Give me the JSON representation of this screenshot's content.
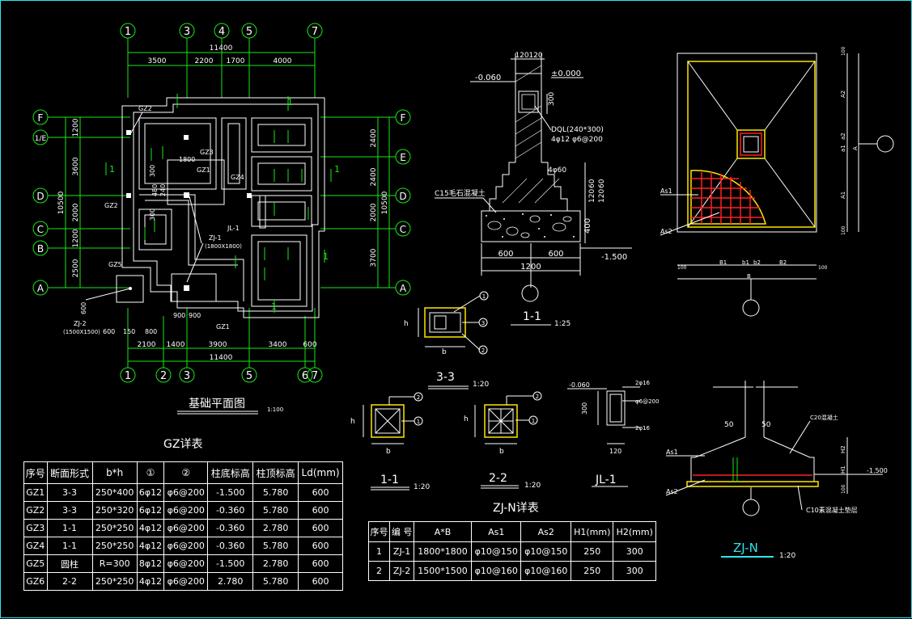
{
  "plan": {
    "title": "基础平面图",
    "scale": "1:100",
    "top_axes": [
      "1",
      "3",
      "4",
      "5",
      "7"
    ],
    "bottom_axes": [
      "1",
      "2",
      "3",
      "5",
      "6",
      "7"
    ],
    "left_axes": [
      "F",
      "1/E",
      "D",
      "C",
      "B",
      "A"
    ],
    "right_axes": [
      "F",
      "E",
      "D",
      "C",
      "A"
    ],
    "top_total": "11400",
    "top_dims": [
      "3500",
      "2200",
      "1700",
      "4000"
    ],
    "bottom_total": "11400",
    "bottom_dims": [
      "2100",
      "1400",
      "3900",
      "3400",
      "600"
    ],
    "left_total": "10500",
    "left_dims": [
      "1200",
      "3600",
      "2000",
      "1200",
      "2500"
    ],
    "right_total": "10500",
    "right_dims": [
      "2400",
      "2400",
      "2000",
      "3700"
    ],
    "labels": {
      "gz2a": "GZ2",
      "gz2b": "GZ2",
      "gz3": "GZ3",
      "gz1a": "GZ1",
      "gz1b": "GZ1",
      "gz4": "GZ4",
      "gz5": "GZ5",
      "jl1": "JL-1",
      "zj1": "ZJ-1",
      "zj1_size": "(1800X1800)",
      "zj2": "ZJ-2",
      "zj2_size": "(1500X1500)",
      "d1800": "1800",
      "d300a": "300",
      "d300b": "300",
      "d480a": "480",
      "d240a": "240",
      "d900a": "900",
      "d900b": "900",
      "d150": "150",
      "d600": "600",
      "d600b": "600",
      "d800": "800",
      "one": "1"
    }
  },
  "sec11": {
    "title": "1-1",
    "scale": "1:25",
    "el_top": "±0.000",
    "el_left": "-0.060",
    "el_bottom": "-1.500",
    "w1": "120",
    "w2": "120",
    "beam": "DQL(240*300)",
    "rebar": "4φ12  φ6@200",
    "rebar2": "4φ60",
    "concrete": "C15毛石混凝土",
    "dims_right": [
      "60",
      "60",
      "120",
      "120",
      "400"
    ],
    "d300": "300",
    "base": [
      "600",
      "600"
    ],
    "base_total": "1200"
  },
  "sec33": {
    "title": "3-3",
    "scale": "1:20",
    "h": "h",
    "b": "b",
    "c1": "1",
    "c2": "2",
    "c3": "3"
  },
  "sec11b": {
    "title": "1-1",
    "scale": "1:20",
    "h": "h",
    "b": "b",
    "c1": "1",
    "c2": "2"
  },
  "sec22": {
    "title": "2-2",
    "scale": "1:20",
    "h": "h",
    "b": "b",
    "c1": "1",
    "c2": "2"
  },
  "jl1": {
    "title": "JL-1",
    "el": "-0.060",
    "top": "2φ16",
    "stir": "φ6@200",
    "bot": "2φ16",
    "h": "300",
    "w": "120"
  },
  "zjplan": {
    "labels": [
      "As1",
      "As2",
      "B1",
      "b1",
      "b2",
      "B2",
      "B",
      "100",
      "100",
      "A1",
      "a1",
      "a2",
      "A2",
      "A",
      "100",
      "100"
    ]
  },
  "zjn": {
    "title": "ZJ-N",
    "scale": "1:20",
    "concrete": "C20混凝土",
    "cushion": "C10素混凝土垫层",
    "as1": "As1",
    "as2": "As2",
    "h1": "H1",
    "h2": "H2",
    "el": "-1.500",
    "d50a": "50",
    "d50b": "50",
    "d100": "100"
  },
  "gz_table": {
    "title": "GZ详表",
    "headers": [
      "序号",
      "断面形式",
      "b*h",
      "①",
      "②",
      "柱底标高",
      "柱顶标高",
      "Ld(mm)"
    ],
    "rows": [
      [
        "GZ1",
        "3-3",
        "250*400",
        "6φ12",
        "φ6@200",
        "-1.500",
        "5.780",
        "600"
      ],
      [
        "GZ2",
        "3-3",
        "250*320",
        "6φ12",
        "φ6@200",
        "-0.360",
        "5.780",
        "600"
      ],
      [
        "GZ3",
        "1-1",
        "250*250",
        "4φ12",
        "φ6@200",
        "-0.360",
        "2.780",
        "600"
      ],
      [
        "GZ4",
        "1-1",
        "250*250",
        "4φ12",
        "φ6@200",
        "-0.360",
        "5.780",
        "600"
      ],
      [
        "GZ5",
        "圆柱",
        "R=300",
        "8φ12",
        "φ6@200",
        "-1.500",
        "2.780",
        "600"
      ],
      [
        "GZ6",
        "2-2",
        "250*250",
        "4φ12",
        "φ6@200",
        "2.780",
        "5.780",
        "600"
      ]
    ]
  },
  "zj_table": {
    "title": "ZJ-N详表",
    "headers": [
      "序号",
      "编 号",
      "A*B",
      "As1",
      "As2",
      "H1(mm)",
      "H2(mm)"
    ],
    "rows": [
      [
        "1",
        "ZJ-1",
        "1800*1800",
        "φ10@150",
        "φ10@150",
        "250",
        "300"
      ],
      [
        "2",
        "ZJ-2",
        "1500*1500",
        "φ10@160",
        "φ10@160",
        "250",
        "300"
      ]
    ]
  },
  "colors": {
    "green": "#19e619",
    "white": "#ffffff",
    "yellow": "#ffe600",
    "red": "#ff2020",
    "cyan": "#2ee6ee"
  }
}
